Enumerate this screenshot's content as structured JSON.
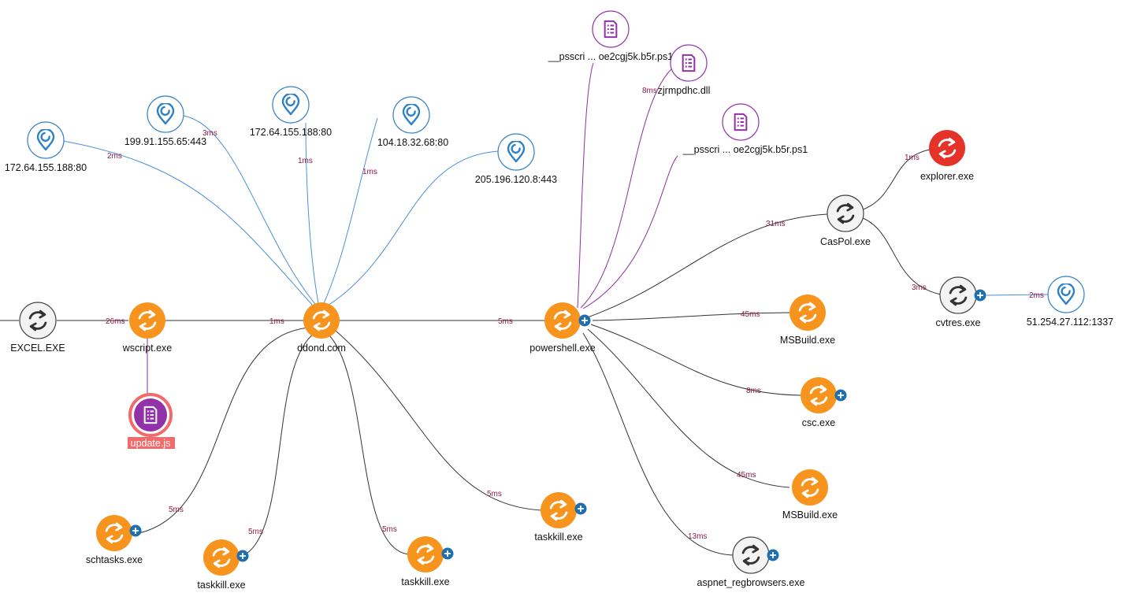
{
  "colors": {
    "process_orange": "#f7941d",
    "process_gray_fill": "#f3f3f3",
    "process_gray_stroke": "#444444",
    "process_red": "#e5332a",
    "network_blue": "#2f80c6",
    "file_purple": "#9232a8",
    "edge_process": "#333333",
    "edge_network": "#4a90d9",
    "edge_file": "#8e2f9e",
    "timing_text": "#8b1a4a",
    "expand_badge": "#1f6eb0",
    "selection_ring": "#f26a6a"
  },
  "nodes": {
    "excel": {
      "label": "EXCEL.EXE",
      "kind": "process",
      "style": "gray",
      "icon": "refresh-icon"
    },
    "wscript": {
      "label": "wscript.exe",
      "kind": "process",
      "style": "orange",
      "icon": "refresh-icon"
    },
    "update_js": {
      "label": "update.js",
      "kind": "file",
      "style": "purple-filled",
      "icon": "document-icon",
      "selected": true
    },
    "ddond": {
      "label": "ddond.com",
      "kind": "process",
      "style": "orange",
      "icon": "refresh-icon"
    },
    "net1": {
      "label": "172.64.155.188:80",
      "kind": "network",
      "icon": "location-pin-icon"
    },
    "net2": {
      "label": "199.91.155.65:443",
      "kind": "network",
      "icon": "location-pin-icon"
    },
    "net3": {
      "label": "172.64.155.188:80",
      "kind": "network",
      "icon": "location-pin-icon"
    },
    "net4": {
      "label": "104.18.32.68:80",
      "kind": "network",
      "icon": "location-pin-icon"
    },
    "net5": {
      "label": "205.196.120.8:443",
      "kind": "network",
      "icon": "location-pin-icon"
    },
    "schtasks": {
      "label": "schtasks.exe",
      "kind": "process",
      "style": "orange",
      "icon": "refresh-icon",
      "expandable": true
    },
    "taskkill1": {
      "label": "taskkill.exe",
      "kind": "process",
      "style": "orange",
      "icon": "refresh-icon",
      "expandable": true
    },
    "taskkill2": {
      "label": "taskkill.exe",
      "kind": "process",
      "style": "orange",
      "icon": "refresh-icon",
      "expandable": true
    },
    "taskkill3": {
      "label": "taskkill.exe",
      "kind": "process",
      "style": "orange",
      "icon": "refresh-icon",
      "expandable": true
    },
    "powershell": {
      "label": "powershell.exe",
      "kind": "process",
      "style": "orange",
      "icon": "refresh-icon",
      "expandable": true
    },
    "ps1a": {
      "label": "__psscri ... oe2cgj5k.b5r.ps1",
      "kind": "file",
      "style": "purple-outline",
      "icon": "document-icon"
    },
    "dll": {
      "label": "zjrmpdhc.dll",
      "kind": "file",
      "style": "purple-outline",
      "icon": "document-icon"
    },
    "ps1b": {
      "label": "__psscri ... oe2cgj5k.b5r.ps1",
      "kind": "file",
      "style": "purple-outline",
      "icon": "document-icon"
    },
    "caspol": {
      "label": "CasPol.exe",
      "kind": "process",
      "style": "gray",
      "icon": "refresh-icon"
    },
    "explorer": {
      "label": "explorer.exe",
      "kind": "process",
      "style": "red",
      "icon": "refresh-icon"
    },
    "cvtres": {
      "label": "cvtres.exe",
      "kind": "process",
      "style": "gray",
      "icon": "refresh-icon",
      "expandable": true
    },
    "net6": {
      "label": "51.254.27.112:1337",
      "kind": "network",
      "icon": "location-pin-icon"
    },
    "msbuild1": {
      "label": "MSBuild.exe",
      "kind": "process",
      "style": "orange",
      "icon": "refresh-icon"
    },
    "csc": {
      "label": "csc.exe",
      "kind": "process",
      "style": "orange",
      "icon": "refresh-icon",
      "expandable": true
    },
    "msbuild2": {
      "label": "MSBuild.exe",
      "kind": "process",
      "style": "orange",
      "icon": "refresh-icon"
    },
    "aspnet": {
      "label": "aspnet_regbrowsers.exe",
      "kind": "process",
      "style": "gray",
      "icon": "refresh-icon",
      "expandable": true
    }
  },
  "edges": [
    {
      "from": "excel",
      "to": "wscript",
      "time": "26ms",
      "kind": "process"
    },
    {
      "from": "wscript",
      "to": "ddond",
      "time": "1ms",
      "kind": "process"
    },
    {
      "from": "wscript",
      "to": "update_js",
      "time": "",
      "kind": "file"
    },
    {
      "from": "ddond",
      "to": "net1",
      "time": "2ms",
      "kind": "network"
    },
    {
      "from": "ddond",
      "to": "net2",
      "time": "3ms",
      "kind": "network"
    },
    {
      "from": "ddond",
      "to": "net3",
      "time": "1ms",
      "kind": "network"
    },
    {
      "from": "ddond",
      "to": "net4",
      "time": "1ms",
      "kind": "network"
    },
    {
      "from": "ddond",
      "to": "net5",
      "time": "",
      "kind": "network"
    },
    {
      "from": "ddond",
      "to": "schtasks",
      "time": "5ms",
      "kind": "process"
    },
    {
      "from": "ddond",
      "to": "taskkill1",
      "time": "5ms",
      "kind": "process"
    },
    {
      "from": "ddond",
      "to": "taskkill2",
      "time": "5ms",
      "kind": "process"
    },
    {
      "from": "ddond",
      "to": "taskkill3",
      "time": "5ms",
      "kind": "process"
    },
    {
      "from": "ddond",
      "to": "powershell",
      "time": "5ms",
      "kind": "process"
    },
    {
      "from": "powershell",
      "to": "ps1a",
      "time": "",
      "kind": "file"
    },
    {
      "from": "powershell",
      "to": "dll",
      "time": "8ms",
      "kind": "file"
    },
    {
      "from": "powershell",
      "to": "ps1b",
      "time": "",
      "kind": "file"
    },
    {
      "from": "powershell",
      "to": "caspol",
      "time": "31ms",
      "kind": "process"
    },
    {
      "from": "caspol",
      "to": "explorer",
      "time": "1ms",
      "kind": "process"
    },
    {
      "from": "caspol",
      "to": "cvtres",
      "time": "3ms",
      "kind": "process"
    },
    {
      "from": "cvtres",
      "to": "net6",
      "time": "2ms",
      "kind": "network"
    },
    {
      "from": "powershell",
      "to": "msbuild1",
      "time": "45ms",
      "kind": "process"
    },
    {
      "from": "powershell",
      "to": "csc",
      "time": "8ms",
      "kind": "process"
    },
    {
      "from": "powershell",
      "to": "msbuild2",
      "time": "45ms",
      "kind": "process"
    },
    {
      "from": "powershell",
      "to": "aspnet",
      "time": "13ms",
      "kind": "process"
    }
  ]
}
